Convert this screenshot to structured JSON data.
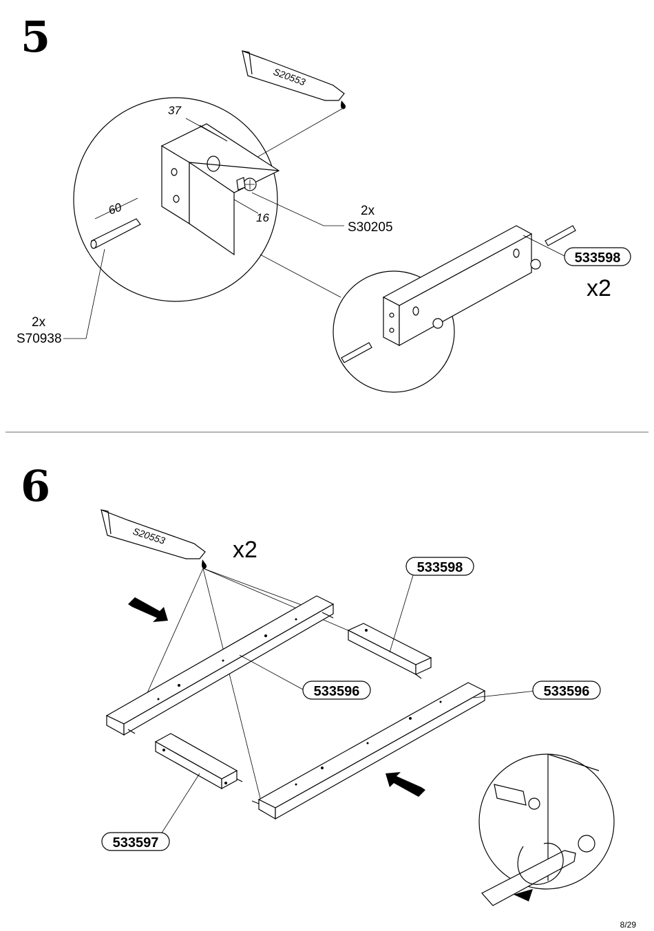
{
  "page": {
    "number": "8/29"
  },
  "step5": {
    "number": "5",
    "glue_code": "S20553",
    "dim_37": "37",
    "dim_60": "60",
    "dim_16": "16",
    "cam_qty": "2x",
    "cam_code": "S30205",
    "dowel_qty": "2x",
    "dowel_code": "S70938",
    "part_code": "533598",
    "multiplier": "x2"
  },
  "step6": {
    "number": "6",
    "glue_code": "S20553",
    "multiplier": "x2",
    "part_top_short": "533598",
    "part_left_long": "533596",
    "part_right_long": "533596",
    "part_bottom_short": "533597"
  }
}
